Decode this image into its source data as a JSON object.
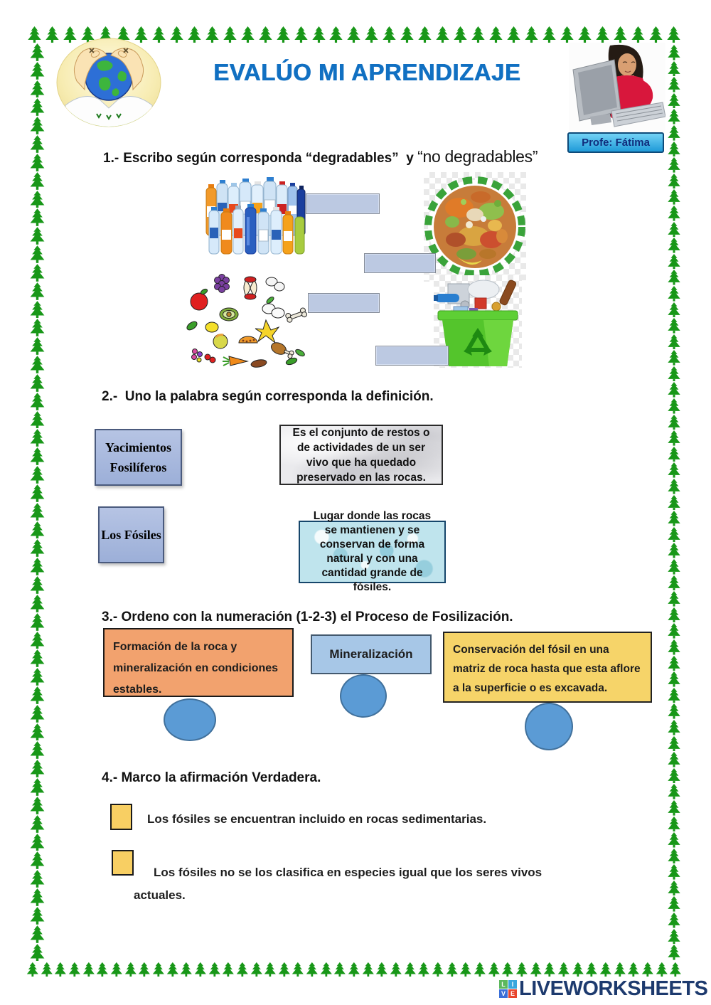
{
  "header": {
    "title": "EVALÚO MI APRENDIZAJE",
    "teacher_badge": "Profe: Fátima"
  },
  "q1": {
    "title_prefix": "1.-",
    "title_text": "Escribo según corresponda “degradables”  y ",
    "title_emphasis": "“no degradables”",
    "answers": [
      "",
      "",
      "",
      ""
    ],
    "images": {
      "bottles": "plastic-bottles-photo",
      "organic": "organic-waste-circle-photo",
      "food": "food-scraps-drawing",
      "bin": "green-recycle-bin-with-trash-photo"
    }
  },
  "q2": {
    "title": "2.-  Uno la palabra según corresponda la definición.",
    "terms": [
      {
        "label": "Yacimientos Fosilíferos"
      },
      {
        "label": "Los Fósiles"
      }
    ],
    "definitions": [
      {
        "text": "Es el conjunto de restos o de actividades de un ser vivo  que ha quedado preservado en las rocas."
      },
      {
        "text": "Lugar donde las rocas se mantienen y se conservan de forma natural y con una cantidad grande de fósiles."
      }
    ]
  },
  "q3": {
    "title": "3.- Ordeno con la numeración (1-2-3) el Proceso de Fosilización.",
    "steps": [
      {
        "text": "Formación de la roca y mineralización en condiciones estables."
      },
      {
        "text": "Mineralización"
      },
      {
        "text": "Conservación del fósil en una matriz de roca hasta que esta aflore a la superficie o es excavada."
      }
    ],
    "order_inputs": [
      "",
      "",
      ""
    ]
  },
  "q4": {
    "title": "4.- Marco la afirmación Verdadera.",
    "statements": [
      {
        "text": "Los fósiles se encuentran incluido en rocas sedimentarias.",
        "checked": false
      },
      {
        "text": "Los fósiles no se los clasifica en especies igual que los seres vivos actuales.",
        "checked": false
      }
    ]
  },
  "footer": {
    "brand": "LIVEWORKSHEETS",
    "icon_letters": [
      "L",
      "I",
      "V",
      "E"
    ]
  },
  "colors": {
    "title_blue": "#1170c2",
    "tree_green": "#189718",
    "term_box_blue": "#a9b8dd",
    "answer_box_blue": "#bcc9e2",
    "step_orange": "#f2a26e",
    "step_blue": "#a7c7e7",
    "step_yellow": "#f6d469",
    "order_circle_blue": "#5b9bd5",
    "checkbox_yellow": "#f8cf63",
    "badge_blue": "#2fa8e0",
    "brand_navy": "#1d3a6e"
  }
}
